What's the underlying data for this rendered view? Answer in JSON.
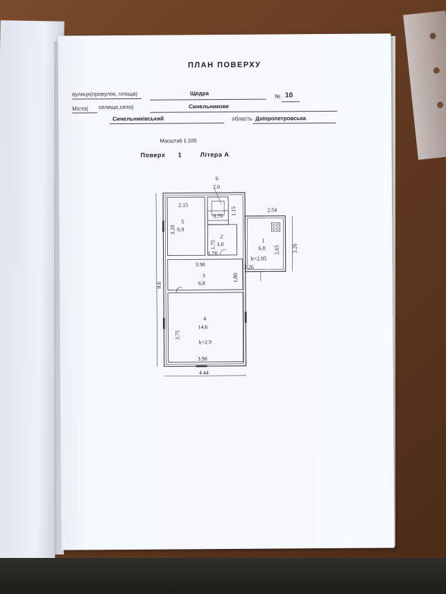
{
  "document": {
    "title": "ПЛАН ПОВЕРХУ",
    "fields": {
      "street_label": "вулиця(провулок, площа)",
      "street_value": "Щедра",
      "number_label": "№",
      "number_value": "10",
      "city_label": "Місто(",
      "city_suffix_label": "селище,село)",
      "city_value": "Синельникове",
      "district_value": "Синельниківський",
      "region_label": "область",
      "region_value": "Дніпропетровська"
    },
    "scale": "Масштаб 1:100",
    "floor": {
      "label": "Поверх",
      "number": "1",
      "letter": "Літера А"
    }
  },
  "plan": {
    "rooms": [
      {
        "number": "1",
        "area": "6.0"
      },
      {
        "number": "2",
        "area": "3.0"
      },
      {
        "number": "3",
        "area": "6.8"
      },
      {
        "number": "4",
        "area": "14.6"
      },
      {
        "number": "5",
        "area": "6.9"
      },
      {
        "number": "6",
        "area": "2.0"
      }
    ],
    "dimensions": {
      "d_215": "2.15",
      "d_320": "3.20",
      "d_070": "0.70",
      "d_115": "1.15",
      "d_254": "2.54",
      "d_175": "1.75",
      "d_170": "1.70",
      "d_265": "2.65",
      "d_326": "3.26",
      "d_390a": "3.90",
      "d_226": "2.26",
      "d_180": "1.80",
      "d_96": "9.6",
      "d_375": "3.75",
      "d_390b": "3.90",
      "d_444": "4.44"
    },
    "heights": {
      "h1": "h=2.05",
      "h2": "h=2.9"
    }
  }
}
